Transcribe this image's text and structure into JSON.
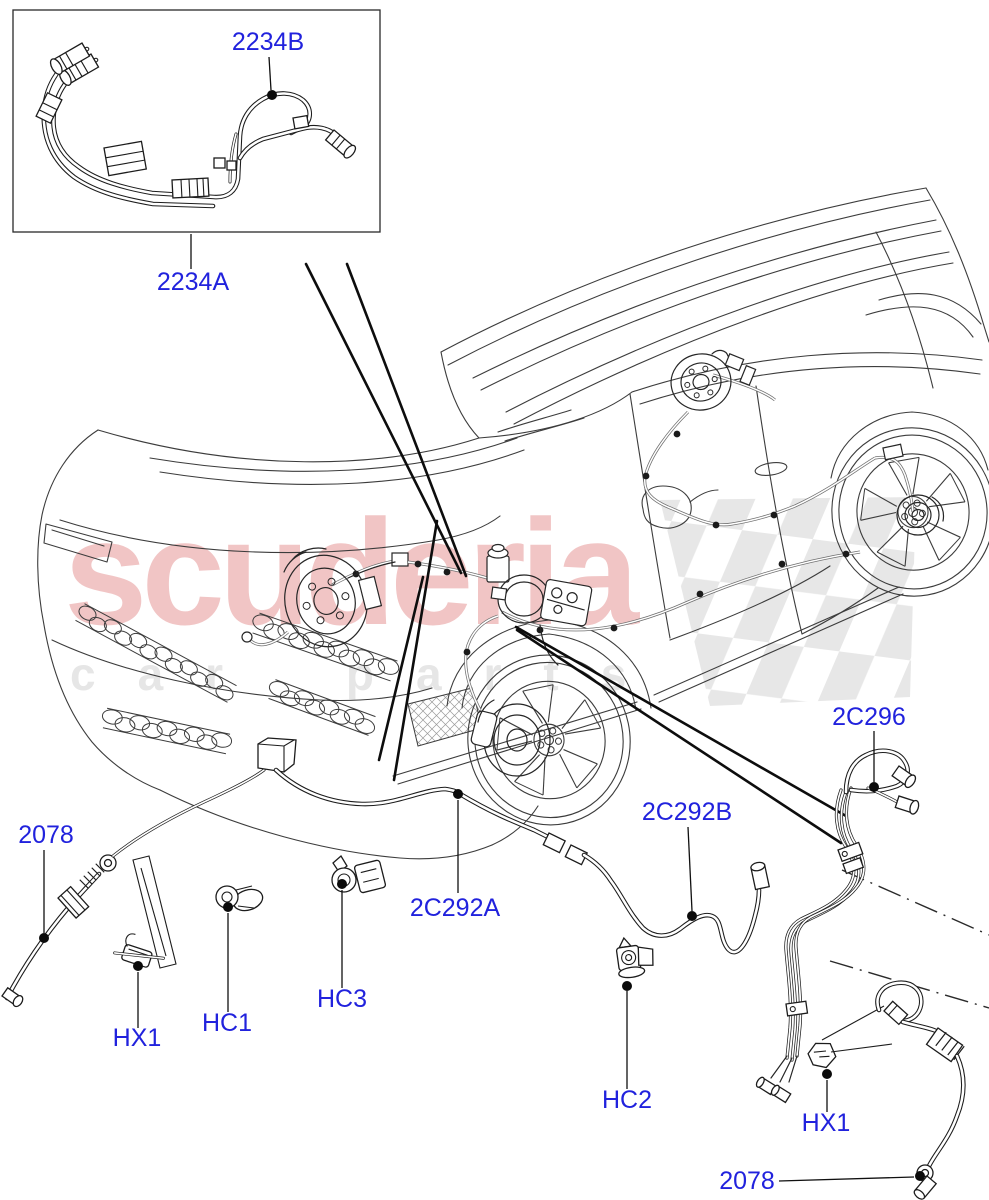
{
  "watermark": {
    "brand": "scuderia",
    "tagline": "car parts"
  },
  "diagram": {
    "callouts": {
      "inset_hose_point": "2234B",
      "inset_assembly": "2234A",
      "front_hose_left": "2078",
      "bracket_left": "HX1",
      "clip_hc1": "HC1",
      "clip_hc3": "HC3",
      "pipe_front": "2C292A",
      "pipe_mid": "2C292B",
      "clip_hc2": "HC2",
      "pipe_rear": "2C296",
      "bracket_right": "HX1",
      "front_hose_right": "2078"
    }
  },
  "colors": {
    "label_blue": "#2122dd",
    "watermark_pink": "#f1c5c5",
    "watermark_gray": "#e6e6e6",
    "checker_gray": "#e7e7e7",
    "line_dark": "#2a2a2a"
  }
}
